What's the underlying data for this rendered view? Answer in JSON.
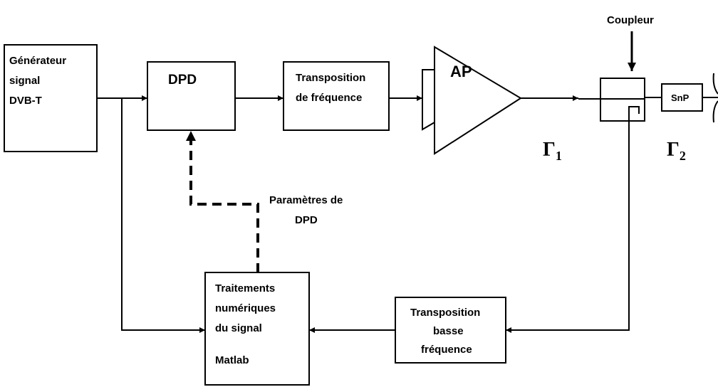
{
  "blocks": {
    "generator": {
      "lines": [
        "Générateur",
        "signal",
        "DVB-T"
      ]
    },
    "dpd": {
      "label": "DPD"
    },
    "transposition_up": {
      "lines": [
        "Transposition",
        "de fréquence"
      ]
    },
    "amplifier": {
      "label": "AP"
    },
    "snp": {
      "label": "SnP"
    },
    "processing": {
      "lines": [
        "Traitements",
        "numériques",
        "du signal"
      ],
      "tool": "Matlab"
    },
    "transposition_down": {
      "lines": [
        "Transposition",
        "basse",
        "fréquence"
      ]
    }
  },
  "labels": {
    "coupler": "Coupleur",
    "dpd_params": [
      "Paramètres de",
      "DPD"
    ],
    "gamma1": {
      "symbol": "Γ",
      "sub": "1"
    },
    "gamma2": {
      "symbol": "Γ",
      "sub": "2"
    }
  }
}
